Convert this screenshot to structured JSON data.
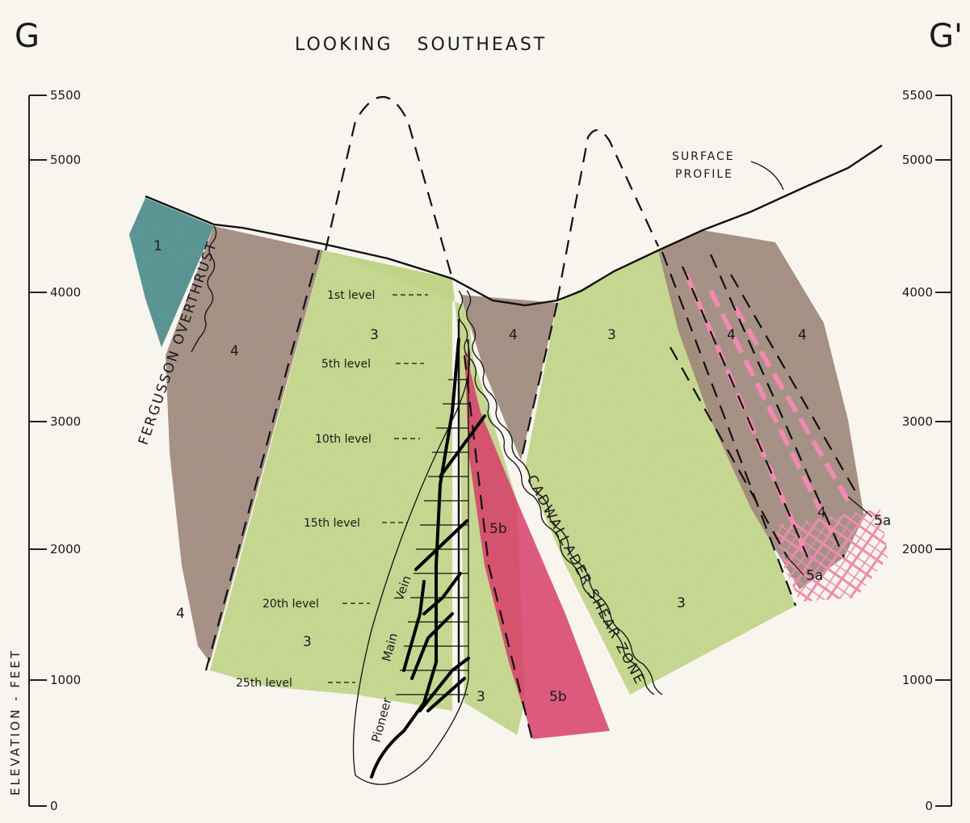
{
  "colors": {
    "background": "#f7f5ee",
    "unit_1": "#3f8a88",
    "unit_3": "#c9dc8c",
    "unit_4": "#a48c80",
    "unit_5a": "#f08ab0",
    "unit_5b": "#e0406f"
  },
  "header": {
    "left_marker": "G",
    "right_marker": "G'",
    "title": "LOOKING   SOUTHEAST"
  },
  "axes": {
    "left_title": "ELEVATION - FEET",
    "left_ticks": [
      "5500",
      "5000",
      "4000",
      "3000",
      "2000",
      "1000",
      "0"
    ],
    "right_ticks": [
      "5500",
      "5000",
      "4000",
      "3000",
      "2000",
      "1000",
      "0"
    ]
  },
  "units": {
    "u1": "1",
    "u3": "3",
    "u4": "4",
    "u5a": "5a",
    "u5b": "5b"
  },
  "structures": {
    "fergusson": "FERGUSSON OVERTHRUST",
    "cadwallader": "CADWALLADER SHEAR ZONE",
    "surface_line1": "SURFACE",
    "surface_line2": "PROFILE",
    "vein_word1": "Pioneer",
    "vein_word2": "Main",
    "vein_word3": "Vein"
  },
  "mine_levels": [
    "1st level",
    "5th level",
    "10th level",
    "15th level",
    "20th level",
    "25th level"
  ]
}
